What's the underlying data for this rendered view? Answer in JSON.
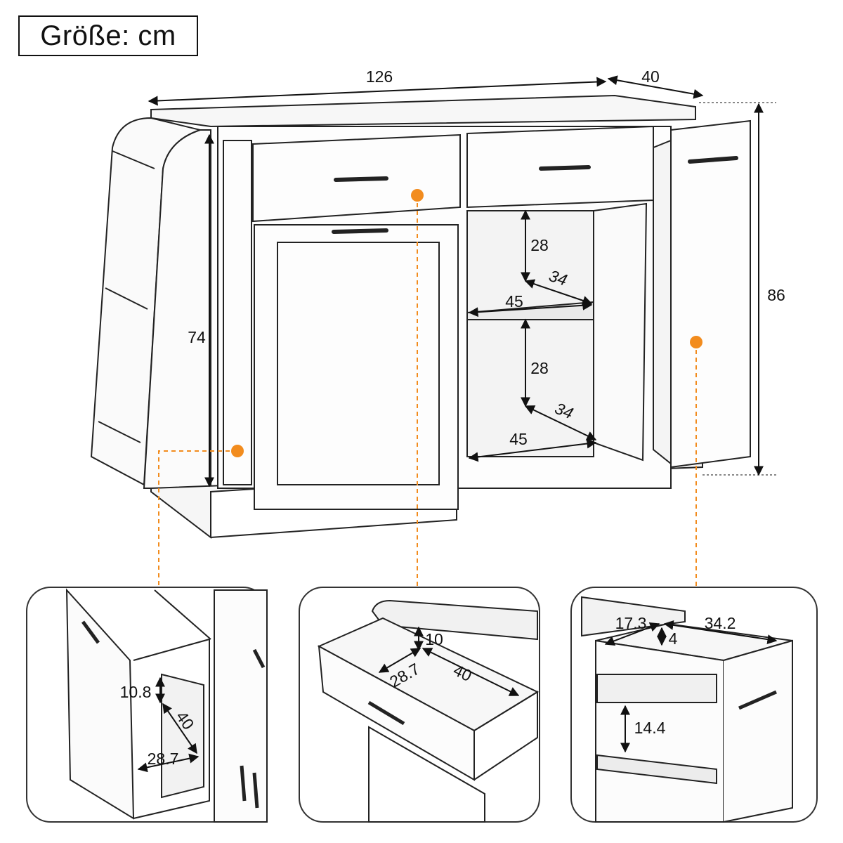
{
  "size_label": "Größe: cm",
  "colors": {
    "line": "#222222",
    "marker": "#F28C1E",
    "panel_border": "#333333",
    "background": "#FFFFFF"
  },
  "main_dimensions": {
    "width": "126",
    "depth": "40",
    "total_height": "86",
    "cabinet_height": "74"
  },
  "shelf_dimensions": {
    "upper": {
      "height": "28",
      "depth": "34",
      "width": "45"
    },
    "lower": {
      "height": "28",
      "depth": "34",
      "width": "45"
    }
  },
  "detail_trash_bin": {
    "height": "10.8",
    "depth": "40",
    "width": "28.7"
  },
  "detail_drawer": {
    "height": "10",
    "width": "28.7",
    "depth": "40"
  },
  "detail_spice_rack": {
    "width": "17.3",
    "gap": "4",
    "depth": "34.2",
    "shelf_spacing": "14.4"
  }
}
